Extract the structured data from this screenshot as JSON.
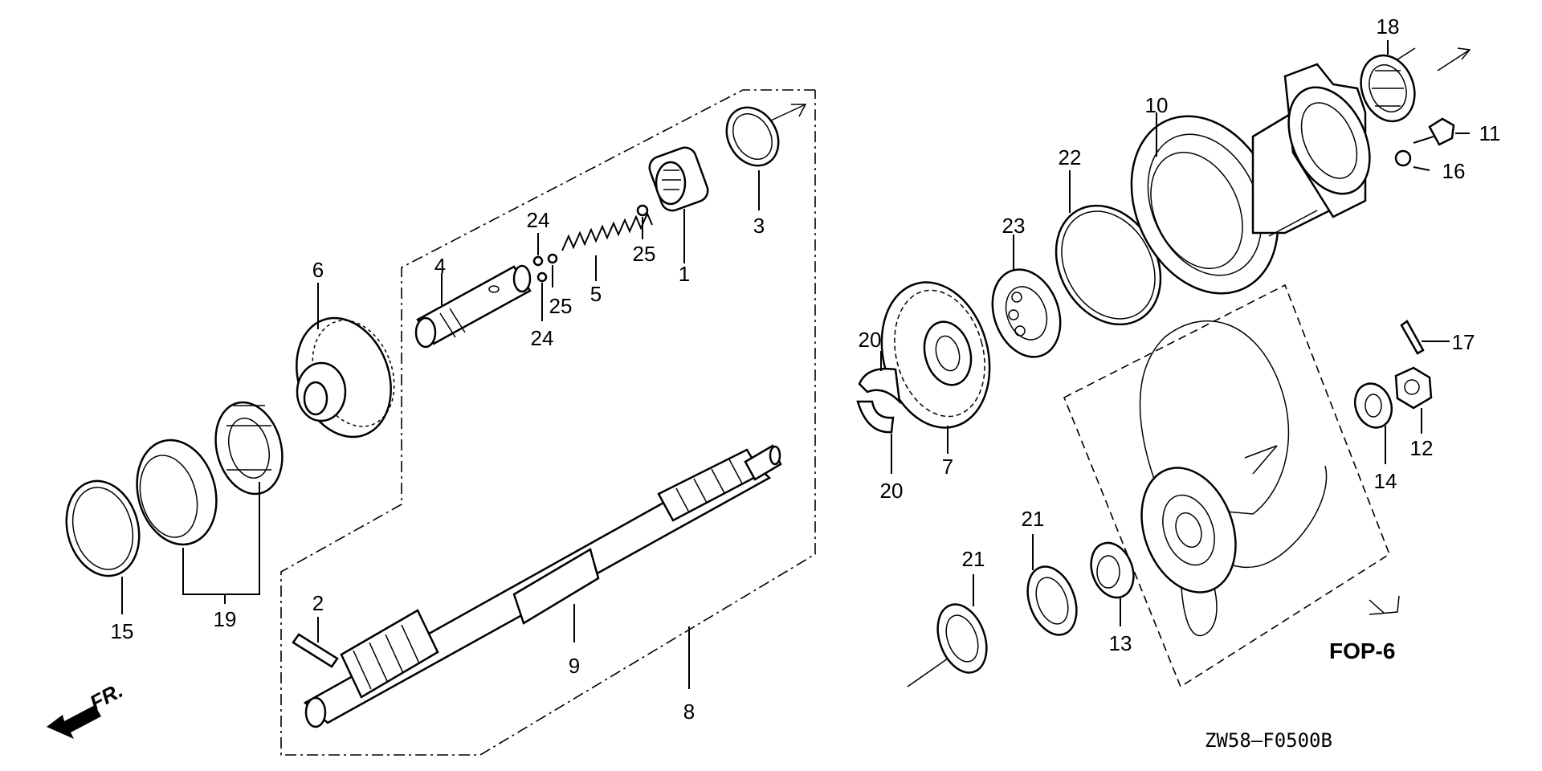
{
  "labels": {
    "p1": "1",
    "p2": "2",
    "p3": "3",
    "p4": "4",
    "p5": "5",
    "p6": "6",
    "p7": "7",
    "p8": "8",
    "p9": "9",
    "p10": "10",
    "p11": "11",
    "p12": "12",
    "p13": "13",
    "p14": "14",
    "p15": "15",
    "p16": "16",
    "p17": "17",
    "p18": "18",
    "p19": "19",
    "p20a": "20",
    "p20b": "20",
    "p21a": "21",
    "p21b": "21",
    "p22": "22",
    "p23": "23",
    "p24a": "24",
    "p24b": "24",
    "p25a": "25",
    "p25b": "25"
  },
  "reference": "FOP-6",
  "direction": "FR.",
  "drawing_code": "ZW58—F0500B"
}
